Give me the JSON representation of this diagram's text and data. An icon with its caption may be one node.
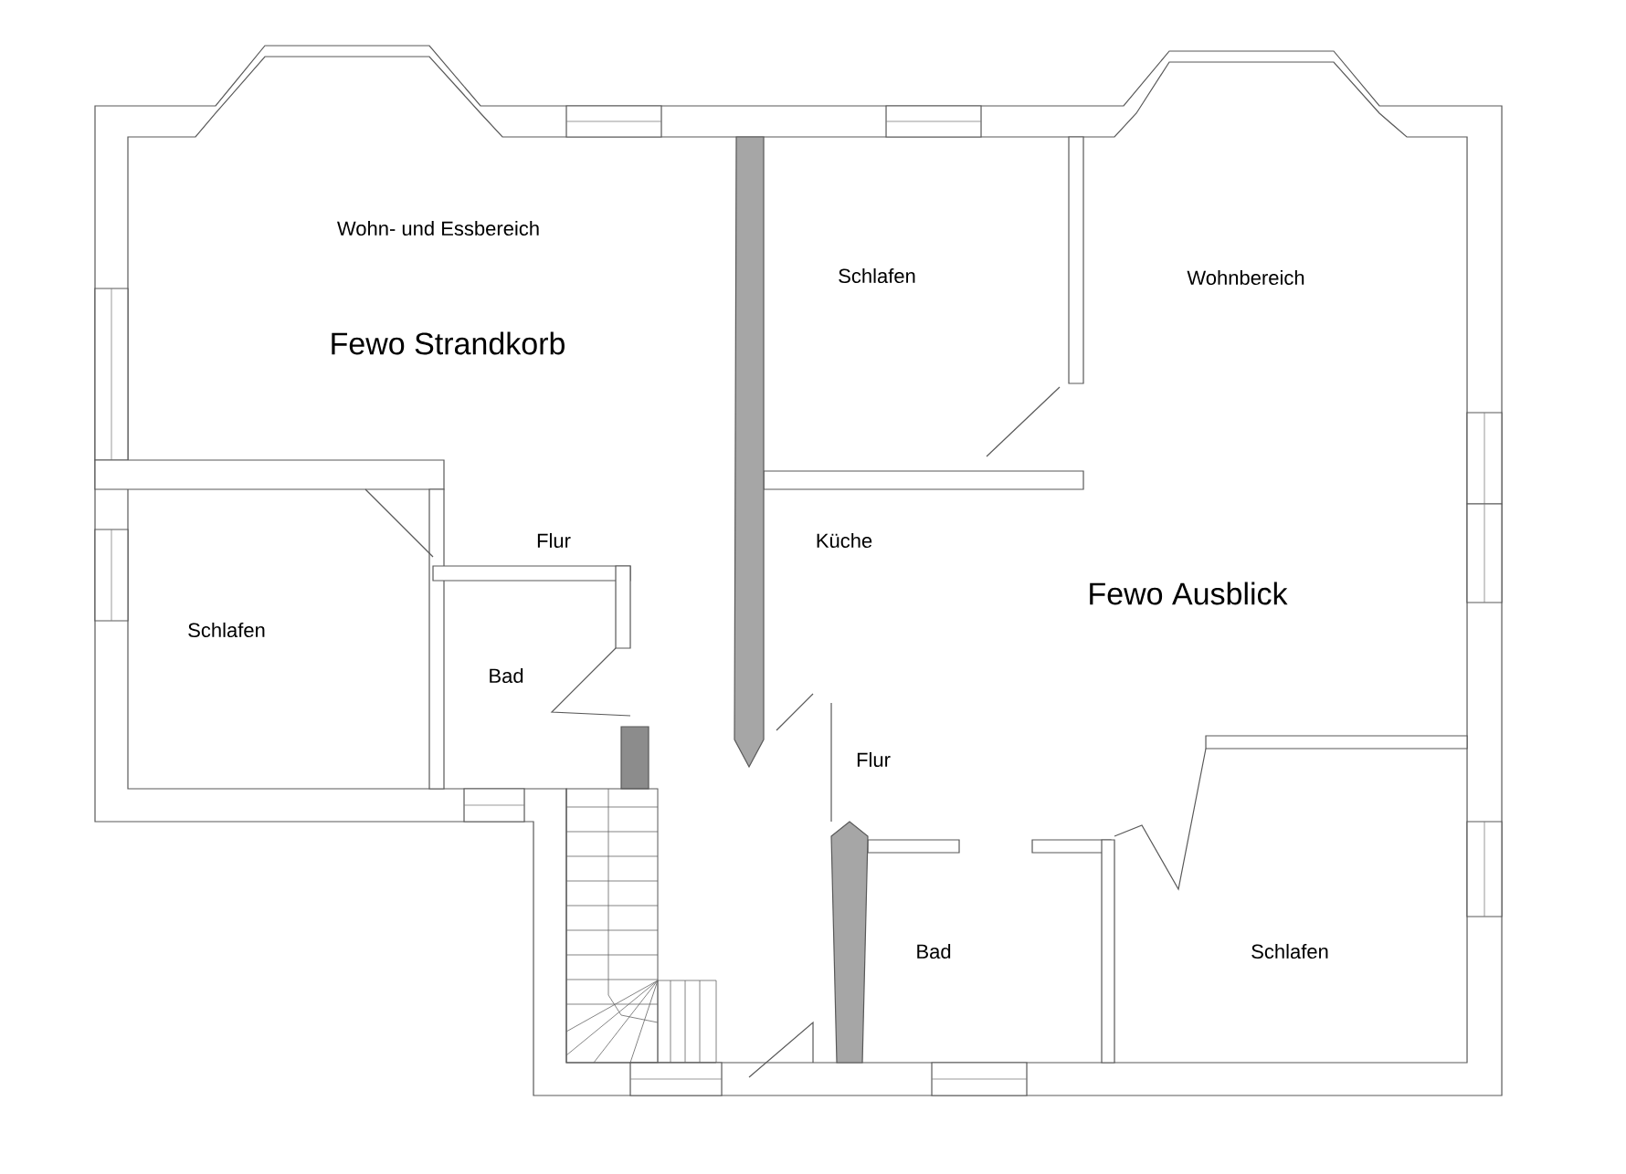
{
  "diagram": {
    "labels": [
      "Wohn- und Essbereich",
      "Fewo Strandkorb",
      "Schlafen",
      "Wohnbereich",
      "Flur",
      "Küche",
      "Fewo Ausblick",
      "Schlafen",
      "Bad",
      "Flur",
      "Bad",
      "Schlafen"
    ]
  }
}
